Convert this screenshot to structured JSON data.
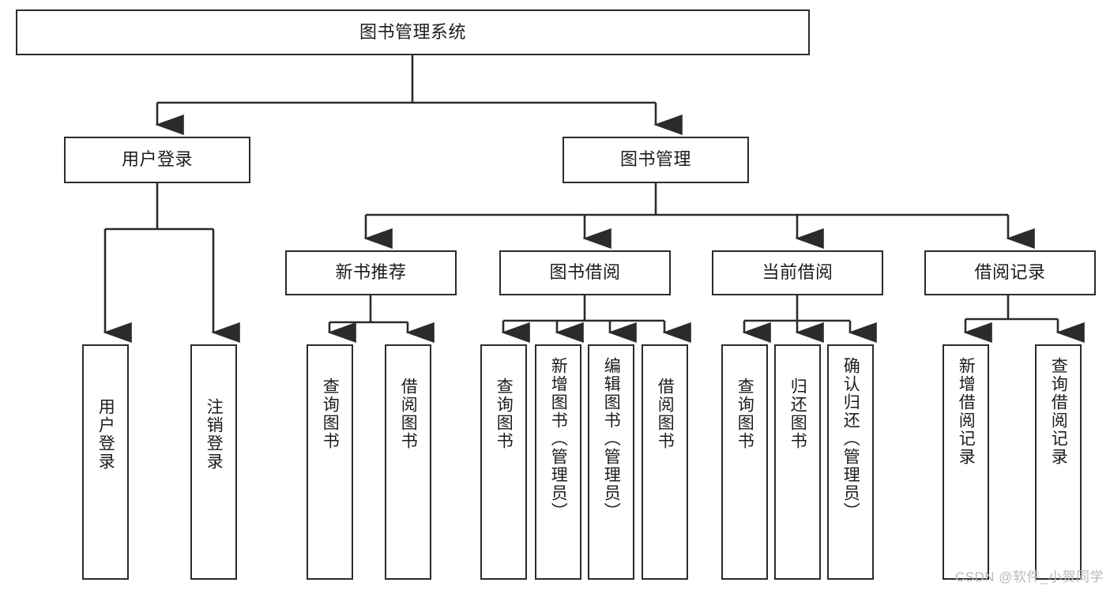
{
  "diagram": {
    "title": "图书管理系统",
    "type": "hierarchy-tree",
    "watermark": "CSDN @软件_小贺同学",
    "colors": {
      "background": "#ffffff",
      "node_border": "#2b2b2b",
      "node_fill": "#ffffff",
      "edge": "#2b2b2b",
      "text": "#1c1c1c",
      "watermark": "#b9b9b9"
    },
    "nodes": {
      "root": {
        "label": "图书管理系统"
      },
      "level1": [
        {
          "id": "user-login",
          "label": "用户登录"
        },
        {
          "id": "book-manage",
          "label": "图书管理"
        }
      ],
      "level2": [
        {
          "id": "new-book-recommend",
          "label": "新书推荐"
        },
        {
          "id": "book-borrow",
          "label": "图书借阅"
        },
        {
          "id": "current-borrow",
          "label": "当前借阅"
        },
        {
          "id": "borrow-record",
          "label": "借阅记录"
        }
      ],
      "leaves": {
        "user_login": [
          {
            "id": "leaf-user-login",
            "label": "用户登录"
          },
          {
            "id": "leaf-logout-login",
            "label": "注销登录"
          }
        ],
        "new_book_recommend": [
          {
            "id": "leaf-query-book-1",
            "label": "查询图书"
          },
          {
            "id": "leaf-borrow-book-1",
            "label": "借阅图书"
          }
        ],
        "book_borrow": [
          {
            "id": "leaf-query-book-2",
            "label": "查询图书"
          },
          {
            "id": "leaf-add-book",
            "label": "新增图书（管理员）"
          },
          {
            "id": "leaf-edit-book",
            "label": "编辑图书（管理员）"
          },
          {
            "id": "leaf-borrow-book-2",
            "label": "借阅图书"
          }
        ],
        "current_borrow": [
          {
            "id": "leaf-query-book-3",
            "label": "查询图书"
          },
          {
            "id": "leaf-return-book",
            "label": "归还图书"
          },
          {
            "id": "leaf-confirm-return",
            "label": "确认归还（管理员）"
          }
        ],
        "borrow_record": [
          {
            "id": "leaf-add-borrow-record",
            "label": "新增借阅记录"
          },
          {
            "id": "leaf-query-borrow-record",
            "label": "查询借阅记录"
          }
        ]
      }
    }
  }
}
